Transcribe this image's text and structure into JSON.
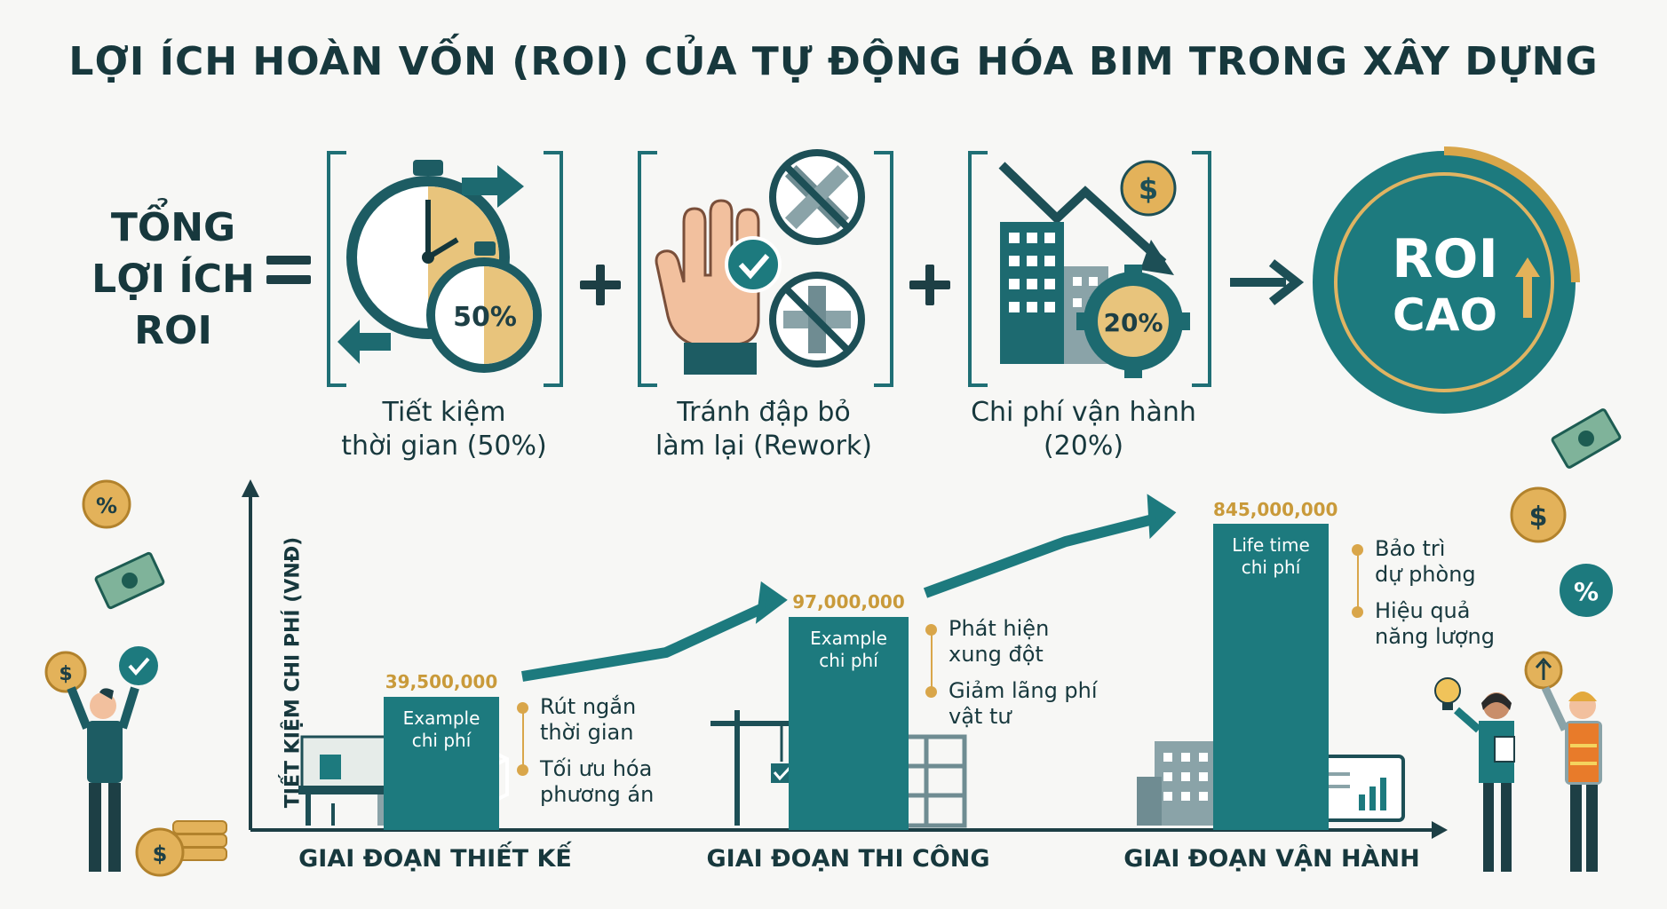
{
  "title": "LỢI ÍCH HOÀN VỐN (ROI) CỦA TỰ ĐỘNG HÓA BIM TRONG XÂY DỰNG",
  "equation": {
    "lhs_lines": [
      "TỔNG",
      "LỢI ÍCH",
      "ROI"
    ],
    "benefits": [
      {
        "label_lines": [
          "Tiết kiệm",
          "thời gian (50%)"
        ],
        "badge": "50%",
        "icon": "stopwatch-icon"
      },
      {
        "label_lines": [
          "Tránh đập bỏ",
          "làm lại (Rework)"
        ],
        "icon": "hand-stop-icon"
      },
      {
        "label_lines": [
          "Chi phí vận hành",
          "(20%)"
        ],
        "badge": "20%",
        "icon": "building-gear-icon"
      }
    ],
    "result_lines": [
      "ROI",
      "CAO"
    ]
  },
  "chart": {
    "y_axis_label": "TIẾT KIỆM CHI PHÍ (VNĐ)",
    "phases": [
      {
        "name": "GIAI ĐOẠN THIẾT KẾ",
        "value_label": "39,500,000",
        "bar_label_lines": [
          "Example",
          "chi phí"
        ],
        "notes": [
          [
            "Rút ngắn",
            "thời gian"
          ],
          [
            "Tối ưu hóa",
            "phương án"
          ]
        ]
      },
      {
        "name": "GIAI ĐOẠN THI CÔNG",
        "value_label": "97,000,000",
        "bar_label_lines": [
          "Example",
          "chi phí"
        ],
        "notes": [
          [
            "Phát hiện",
            "xung đột"
          ],
          [
            "Giảm lãng phí",
            "vật tư"
          ]
        ]
      },
      {
        "name": "GIAI ĐOẠN VẬN HÀNH",
        "value_label": "845,000,000",
        "bar_label_lines": [
          "Life time",
          "chi phí"
        ],
        "notes": [
          [
            "Bảo trì",
            "dự phòng"
          ],
          [
            "Hiệu quả",
            "năng lượng"
          ]
        ]
      }
    ]
  },
  "colors": {
    "teal": "#1d7a7e",
    "dark": "#17383d",
    "gold": "#d9a64a"
  }
}
